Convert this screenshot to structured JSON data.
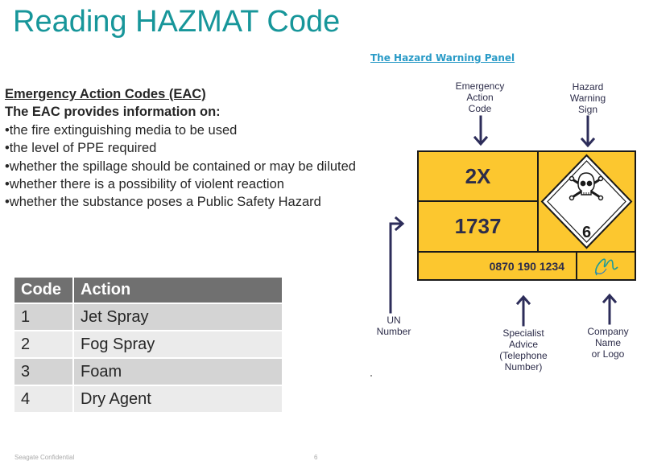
{
  "slide": {
    "title": "Reading HAZMAT Code"
  },
  "eac": {
    "heading": "Emergency Action Codes (EAC)",
    "intro": "The EAC provides information on:",
    "bullets": [
      "•the fire extinguishing media to be used",
      "•the level of PPE required",
      "•whether the spillage should be contained or may be diluted",
      "•whether there is a possibility of violent reaction",
      "•whether the substance poses a Public Safety Hazard"
    ]
  },
  "table": {
    "headers": [
      "Code",
      "Action"
    ],
    "rows": [
      [
        "1",
        "Jet Spray"
      ],
      [
        "2",
        "Fog Spray"
      ],
      [
        "3",
        "Foam"
      ],
      [
        "4",
        "Dry Agent"
      ]
    ]
  },
  "diagram": {
    "link": "The Hazard Warning Panel",
    "labels": {
      "eac": [
        "Emergency",
        "Action",
        "Code"
      ],
      "sign": [
        "Hazard",
        "Warning",
        "Sign"
      ],
      "un": [
        "UN",
        "Number"
      ],
      "specialist": [
        "Specialist",
        "Advice",
        "(Telephone",
        "Number)"
      ],
      "company": [
        "Company",
        "Name",
        "or Logo"
      ]
    },
    "panel": {
      "eac_value": "2X",
      "un_value": "1737",
      "class_number": "6",
      "telephone": "0870 190 1234",
      "sign_icon": "skull-crossbones-icon",
      "logo_icon": "company-logo-icon"
    },
    "colors": {
      "panel": "#fcc72f",
      "arrow": "#2d2d5a",
      "title": "#17969a"
    }
  },
  "footer": {
    "text": "Seagate Confidential",
    "page": "6"
  }
}
